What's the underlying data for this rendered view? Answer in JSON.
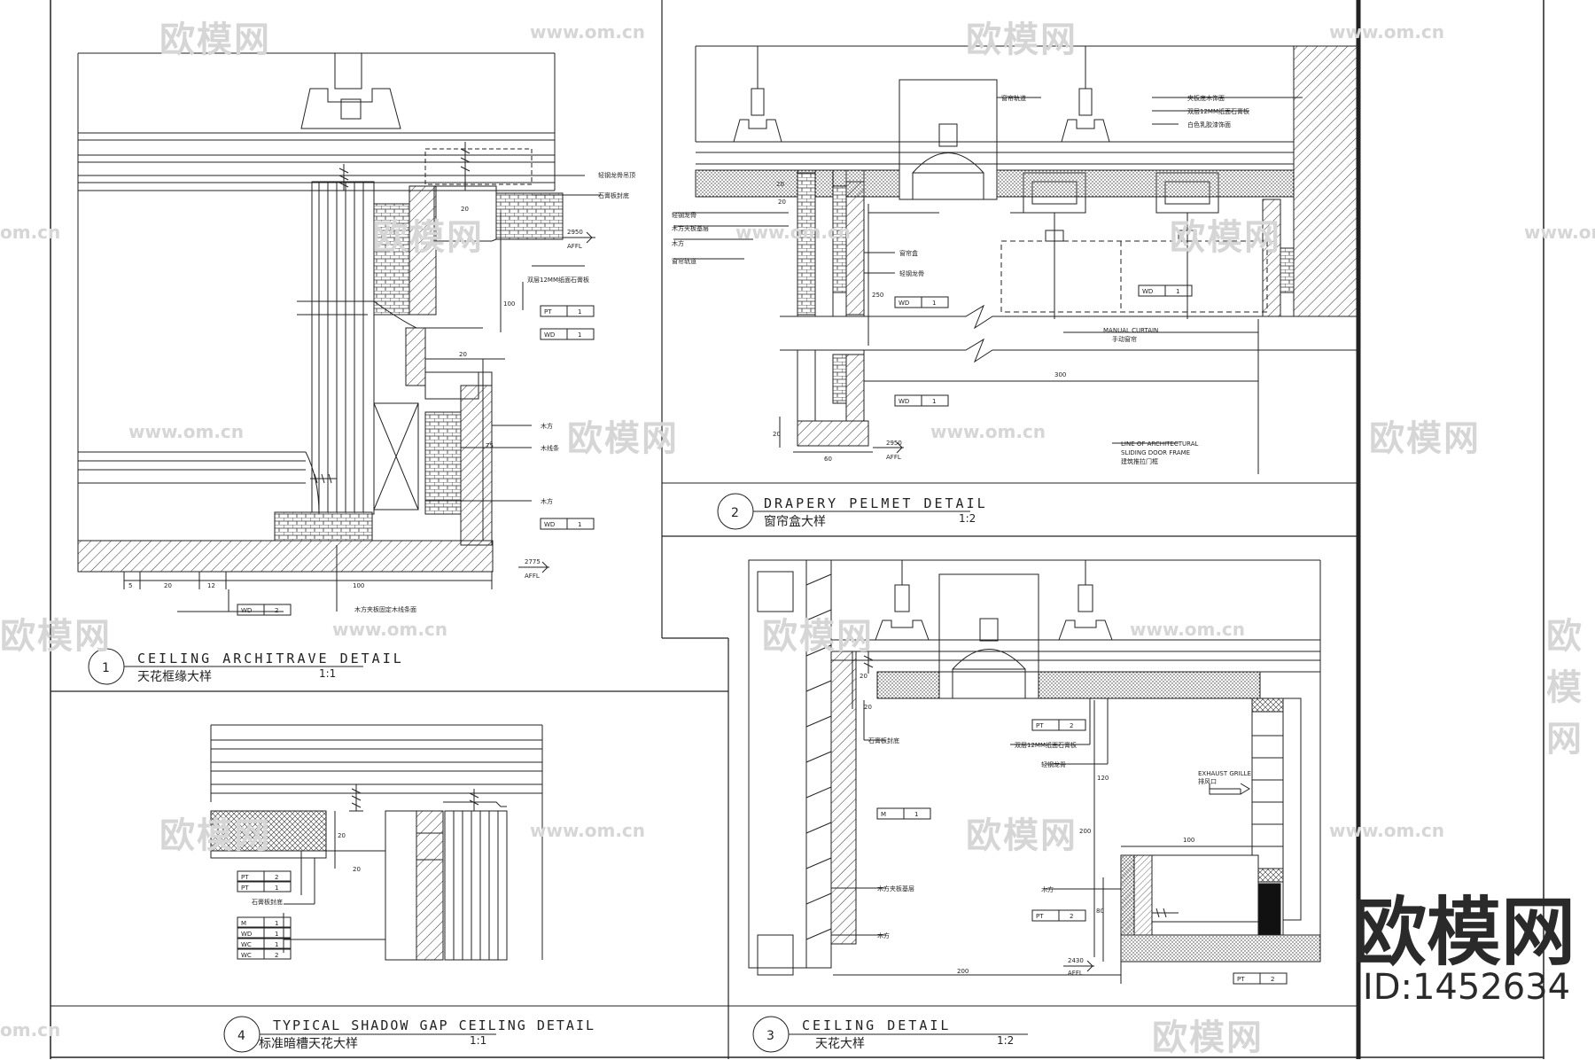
{
  "watermark": {
    "brand": "欧模网",
    "url": "www.om.cn",
    "url_left": "om.cn"
  },
  "stamp": {
    "brand": "欧模网",
    "id": "ID:1452634"
  },
  "details": {
    "d1": {
      "number": "1",
      "title_en": "CEILING ARCHITRAVE DETAIL",
      "title_cn": "天花框缘大样",
      "scale": "1:1",
      "notes": [
        "轻钢龙骨吊顶",
        "石膏板封底",
        "双层12MM纸面石膏板",
        "木方",
        "木线条",
        "木方"
      ],
      "tags": [
        {
          "code": "PT",
          "num": "1"
        },
        {
          "code": "WD",
          "num": "1"
        },
        {
          "code": "WD",
          "num": "1"
        },
        {
          "code": "WD",
          "num": "2"
        }
      ],
      "level_1": "2950",
      "level_1_unit": "AFFL",
      "level_2": "2775",
      "level_2_unit": "AFFL",
      "dims": [
        "20",
        "100",
        "20",
        "75",
        "5",
        "20",
        "12",
        "100"
      ],
      "bottom_note": "木方夹板固定木线条面"
    },
    "d2": {
      "number": "2",
      "title_en": "DRAPERY PELMET DETAIL",
      "title_cn": "窗帘盒大样",
      "scale": "1:2",
      "notes": [
        "窗帘轨道",
        "夹板底木饰面",
        "双层12MM纸面石膏板",
        "白色乳胶漆饰面",
        "轻钢龙骨",
        "木方夹板基层",
        "木方",
        "窗帘轨道",
        "窗帘盒",
        "轻钢龙骨"
      ],
      "tags": [
        {
          "code": "WD",
          "num": "1"
        },
        {
          "code": "WD",
          "num": "1"
        },
        {
          "code": "WD",
          "num": "1"
        }
      ],
      "curtain": "MANUAL CURTAIN",
      "curtain_cn": "手动窗帘",
      "frame_1": "LINE OF ARCHITECTURAL",
      "frame_2": "SLIDING DOOR FRAME",
      "frame_cn": "建筑推拉门框",
      "level": "2950",
      "level_unit": "AFFL",
      "dims": [
        "20",
        "20",
        "250",
        "300",
        "20",
        "60"
      ]
    },
    "d3": {
      "number": "3",
      "title_en": "CEILING DETAIL",
      "title_cn": "天花大样",
      "scale": "1:2",
      "notes": [
        "石膏板封底",
        "双层12MM纸面石膏板",
        "轻钢龙骨",
        "木方夹板基层",
        "木方",
        "木方"
      ],
      "tags": [
        {
          "code": "PT",
          "num": "2"
        },
        {
          "code": "M",
          "num": "1"
        },
        {
          "code": "PT",
          "num": "2"
        },
        {
          "code": "PT",
          "num": "2"
        }
      ],
      "grille_1": "EXHAUST GRILLE",
      "grille_2": "排风口",
      "level": "2430",
      "level_unit": "AFFL",
      "dims": [
        "20",
        "20",
        "120",
        "200",
        "100",
        "80",
        "200"
      ]
    },
    "d4": {
      "number": "4",
      "title_en": "TYPICAL SHADOW GAP CEILING DETAIL",
      "title_cn": "标准暗槽天花大样",
      "scale": "1:1",
      "notes": [
        "石膏板封底"
      ],
      "tags": [
        {
          "code": "PT",
          "num": "2"
        },
        {
          "code": "PT",
          "num": "1"
        },
        {
          "code": "M",
          "num": "1"
        },
        {
          "code": "WD",
          "num": "1"
        },
        {
          "code": "WC",
          "num": "1"
        },
        {
          "code": "WC",
          "num": "2"
        }
      ],
      "dims": [
        "20",
        "20"
      ]
    }
  }
}
